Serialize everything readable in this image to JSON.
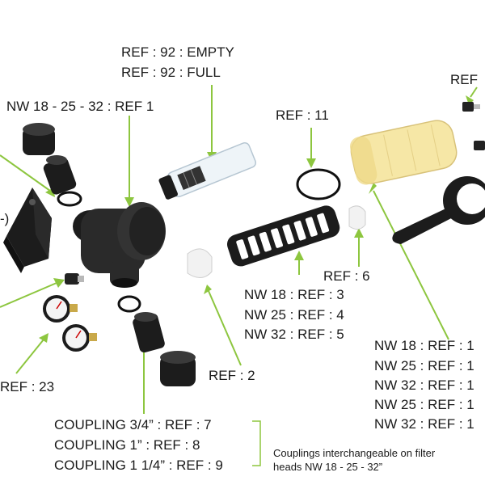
{
  "colors": {
    "leader": "#8dc63f",
    "part_dark": "#242424",
    "text": "#1a1a1a",
    "filter_bowl": "#f6e7a6"
  },
  "labels": {
    "ref_92_empty": "REF : 92 : EMPTY",
    "ref_92_full": "REF : 92 : FULL",
    "ref_top_right": "REF",
    "nw_head": "NW 18 - 25 - 32 : REF 1",
    "ref_11": "REF : 11",
    "ref_6": "REF : 6",
    "cartridge_nw18": "NW 18 : REF : 3",
    "cartridge_nw25": "NW 25 : REF : 4",
    "cartridge_nw32": "NW 32 : REF : 5",
    "bowl_nw18": "NW 18 : REF : 1",
    "bowl_nw25a": "NW 25 : REF : 1",
    "bowl_nw32a": "NW 32 : REF : 1",
    "bowl_nw25b": "NW 25 : REF : 1",
    "bowl_nw32b": "NW 32 : REF : 1",
    "ref_2": "REF : 2",
    "ref_23": "REF : 23",
    "bracket_partial": "-)",
    "coupling_34": "COUPLING 3/4” : REF : 7",
    "coupling_1": "COUPLING 1” : REF : 8",
    "coupling_114": "COUPLING 1 1/4” : REF : 9",
    "note_line1": "Couplings interchangeable on filter",
    "note_line2": "heads NW 18 - 25 - 32”"
  }
}
